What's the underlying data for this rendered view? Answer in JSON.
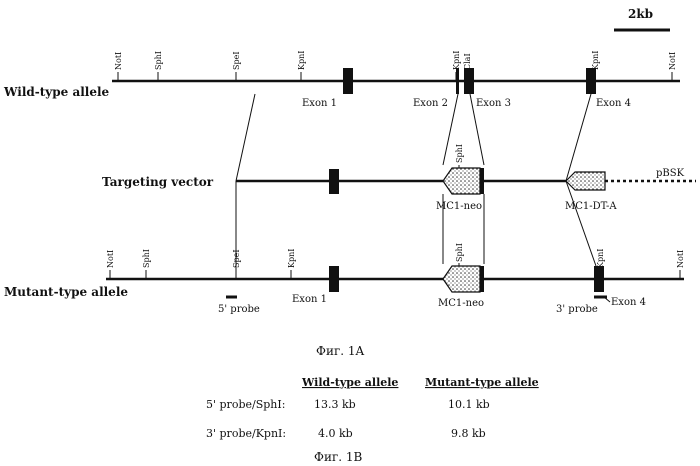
{
  "scale_bar": "2kb",
  "rows": {
    "wild": "Wild-type allele",
    "vector": "Targeting vector",
    "mutant": "Mutant-type allele"
  },
  "wild_sites": [
    "NotI",
    "SphI",
    "SpeI",
    "KpnI",
    "KpnI",
    "ClaI",
    "KpnI",
    "NotI"
  ],
  "wild_exons": [
    "Exon 1",
    "Exon 2",
    "Exon 3",
    "Exon 4"
  ],
  "vector_labels": {
    "sphi": "SphI",
    "mc1neo": "MC1-neo",
    "dta": "MC1-DT-A",
    "pbsk": "pBSK"
  },
  "mutant_sites": [
    "NotI",
    "SphI",
    "SpeI",
    "KpnI",
    "SphI",
    "KpnI",
    "NotI"
  ],
  "mutant_labels": {
    "exon1": "Exon 1",
    "mc1neo": "MC1-neo",
    "exon4": "Exon 4",
    "probe5": "5' probe",
    "probe3": "3' probe"
  },
  "fig1a": "Фиг. 1A",
  "table": {
    "headers": [
      "Wild-type allele",
      "Mutant-type allele"
    ],
    "rows": [
      {
        "label": "5' probe/SphI:",
        "wild": "13.3 kb",
        "mutant": "10.1 kb"
      },
      {
        "label": "3' probe/KpnI:",
        "wild": "4.0 kb",
        "mutant": "9.8 kb"
      }
    ]
  },
  "fig1b": "Фиг. 1B"
}
